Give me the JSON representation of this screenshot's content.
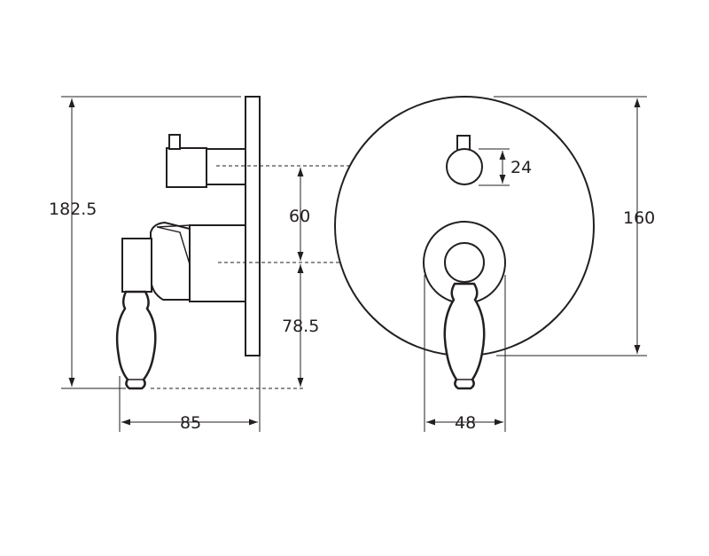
{
  "drawing": {
    "line_color": "#231f20",
    "background": "#ffffff"
  },
  "dimensions": {
    "overall_height": "182.5",
    "depth": "85",
    "lever_offset": "78.5",
    "spindle_spacing": "60",
    "diverter_diameter": "24",
    "plate_diameter": "160",
    "lever_base_width": "48"
  }
}
